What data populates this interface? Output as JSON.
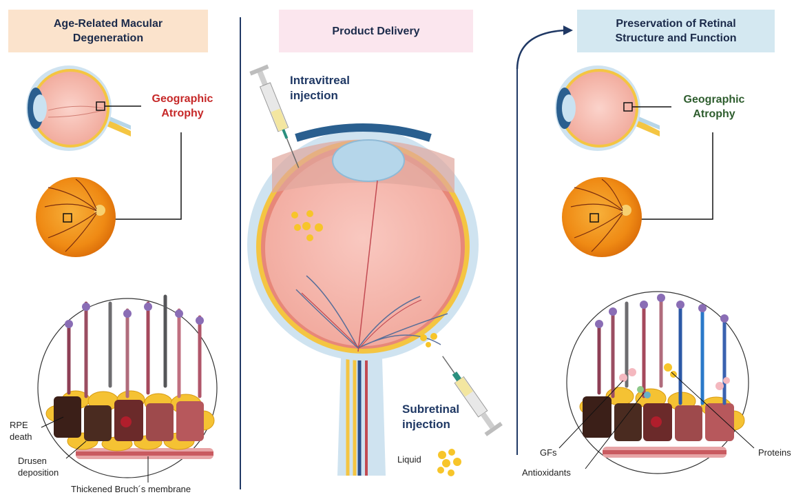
{
  "panels": {
    "left": {
      "title": "Age-Related Macular\nDegeneration",
      "bg": "#fbe3cc"
    },
    "middle": {
      "title": "Product Delivery",
      "bg": "#fbe6ee"
    },
    "right": {
      "title": "Preservation of Retinal\nStructure and Function",
      "bg": "#d4e8f1"
    }
  },
  "labels": {
    "ga_left": "Geographic\nAtrophy",
    "ga_right": "Geographic\nAtrophy",
    "intravitreal": "Intravitreal\ninjection",
    "subretinal": "Subretinal\ninjection",
    "liquid": "Liquid",
    "rpe_death": "RPE\ndeath",
    "drusen": "Drusen\ndeposition",
    "bruch": "Thickened Bruch´s membrane",
    "gfs": "GFs",
    "antioxidants": "Antioxidants",
    "proteins": "Proteins"
  },
  "colors": {
    "atrophy_red": "#c62828",
    "atrophy_green": "#2e5d2e",
    "navy_text": "#1f3864",
    "divider": "#1f3864",
    "fundus_orange": "#f08a16",
    "lens_blue": "#a9d0e6",
    "drusen_yellow": "#f7c52a"
  },
  "icons": [
    "eye-cross-section-icon",
    "fundus-icon",
    "syringe-icon",
    "retina-cells-icon",
    "liquid-droplets-icon",
    "arrow-curve-icon"
  ]
}
